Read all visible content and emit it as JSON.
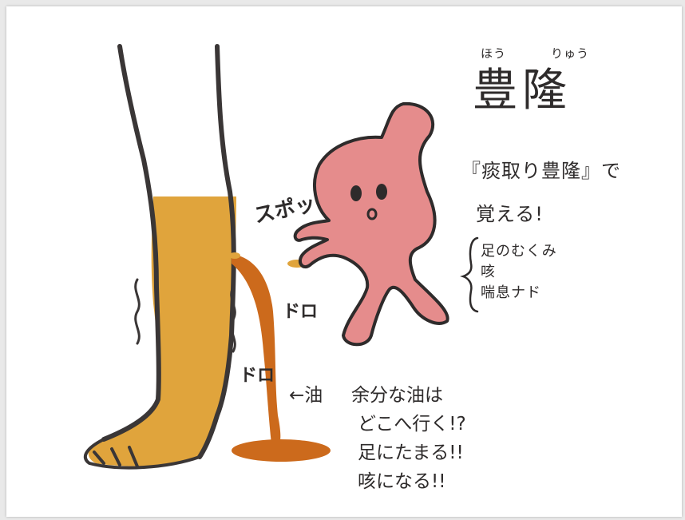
{
  "title": {
    "kanji": "豊隆",
    "ruby_1": "ほう",
    "ruby_2": "りゅう"
  },
  "mnemonic": {
    "line_1": "『痰取り豊隆』で",
    "line_2": "覚える!"
  },
  "symptoms": [
    "足のむくみ",
    "咳",
    "喘息ナド"
  ],
  "sound_effects": {
    "pop": "スポッ",
    "drip_1": "ドロ",
    "drip_2": "ドロ"
  },
  "oil_label": "←油",
  "explanation": [
    "余分な油は",
    "どこへ行く!?",
    "足にたまる!!",
    "咳になる!!"
  ],
  "colors": {
    "background": "#ffffff",
    "frame": "#e9e9e9",
    "outline": "#3a3636",
    "leg_fill": "#e0a43c",
    "oil": "#cc6a1c",
    "character": "#e58c8c",
    "character_outline": "#2e2b2b",
    "text": "#2e2b2b"
  }
}
